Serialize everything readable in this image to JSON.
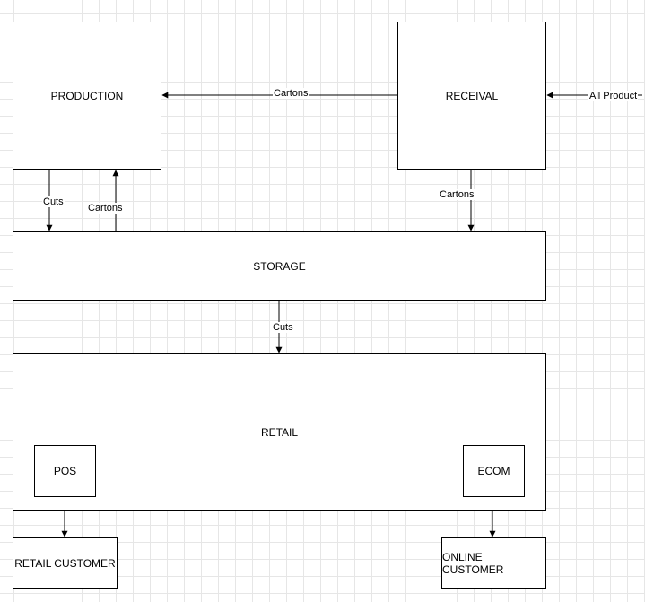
{
  "nodes": {
    "production": "PRODUCTION",
    "receival": "RECEIVAL",
    "storage": "STORAGE",
    "retail": "RETAIL",
    "pos": "POS",
    "ecom": "ECOM",
    "retail_customer": "RETAIL CUSTOMER",
    "online_customer": "ONLINE CUSTOMER"
  },
  "edges": {
    "receival_to_production": "Cartons",
    "all_product": "All Product",
    "production_to_storage": "Cuts",
    "storage_to_production": "Cartons",
    "receival_to_storage": "Cartons",
    "storage_to_retail": "Cuts"
  }
}
